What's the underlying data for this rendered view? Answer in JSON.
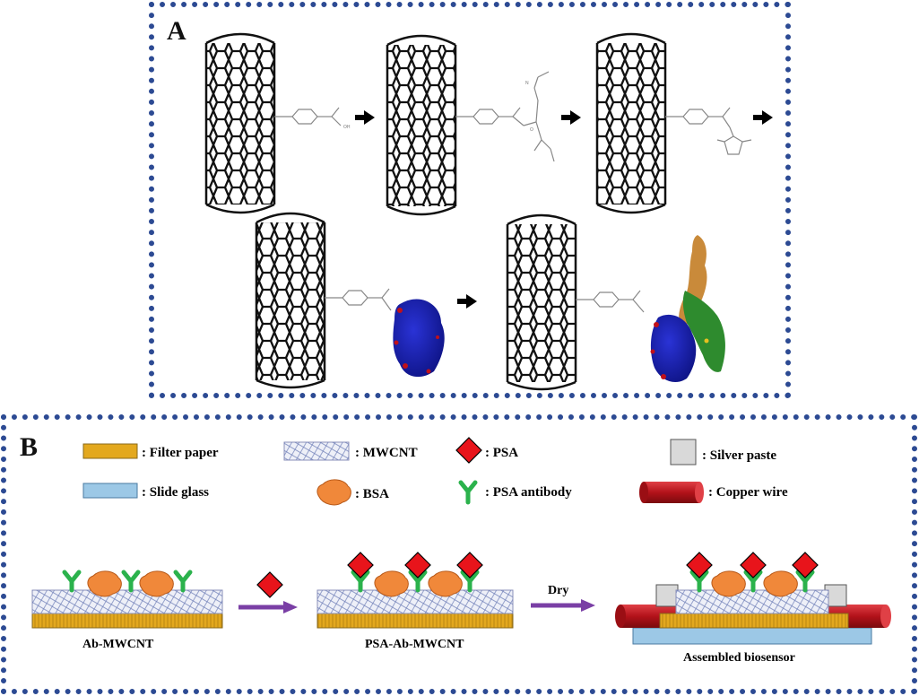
{
  "panel_a": {
    "letter": "A",
    "chem_labels": {
      "oh": "OH",
      "n": "N",
      "o": "O"
    }
  },
  "panel_b": {
    "letter": "B",
    "legend": [
      {
        "key": "filter-paper",
        "label": ": Filter paper"
      },
      {
        "key": "mwcnt",
        "label": ": MWCNT"
      },
      {
        "key": "psa",
        "label": ": PSA"
      },
      {
        "key": "silver-paste",
        "label": ": Silver paste"
      },
      {
        "key": "slide-glass",
        "label": ": Slide glass"
      },
      {
        "key": "bsa",
        "label": ": BSA"
      },
      {
        "key": "psa-antibody",
        "label": ": PSA antibody"
      },
      {
        "key": "copper-wire",
        "label": ": Copper wire"
      }
    ],
    "step_labels": {
      "ab_mwcnt": "Ab-MWCNT",
      "psa_ab_mwcnt": "PSA-Ab-MWCNT",
      "assembled": "Assembled biosensor",
      "dry": "Dry"
    }
  },
  "colors": {
    "border": "#2c4a93",
    "filter_paper": "#e3a81e",
    "slide_glass": "#9cc8e6",
    "psa": "#e8141b",
    "antibody": "#2bb24c",
    "bsa": "#f0883a",
    "copper": "#c2151a",
    "silver": "#d9d9d9",
    "arrow_purple": "#7a3fa5",
    "protein_blue": "#1a1fb5",
    "protein_orange": "#c98a3a",
    "protein_green": "#2e8b2e"
  }
}
